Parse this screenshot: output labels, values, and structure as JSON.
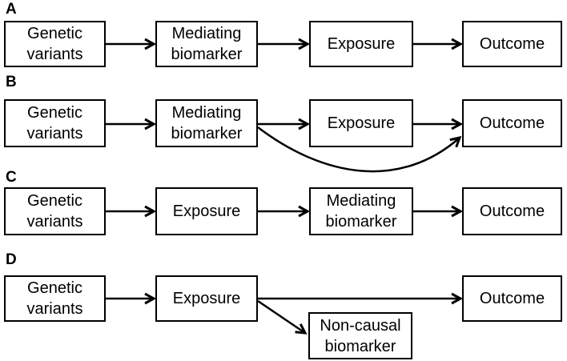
{
  "colors": {
    "background": "#ffffff",
    "line": "#000000",
    "text": "#000000"
  },
  "panels": [
    {
      "label": "A",
      "nodes": [
        "Genetic variants",
        "Mediating biomarker",
        "Exposure",
        "Outcome"
      ],
      "edges": [
        {
          "from": "Genetic variants",
          "to": "Mediating biomarker",
          "style": "straight"
        },
        {
          "from": "Mediating biomarker",
          "to": "Exposure",
          "style": "straight"
        },
        {
          "from": "Exposure",
          "to": "Outcome",
          "style": "straight"
        }
      ]
    },
    {
      "label": "B",
      "nodes": [
        "Genetic variants",
        "Mediating biomarker",
        "Exposure",
        "Outcome"
      ],
      "edges": [
        {
          "from": "Genetic variants",
          "to": "Mediating biomarker",
          "style": "straight"
        },
        {
          "from": "Mediating biomarker",
          "to": "Exposure",
          "style": "straight"
        },
        {
          "from": "Exposure",
          "to": "Outcome",
          "style": "straight"
        },
        {
          "from": "Mediating biomarker",
          "to": "Outcome",
          "style": "curved-below"
        }
      ]
    },
    {
      "label": "C",
      "nodes": [
        "Genetic variants",
        "Exposure",
        "Mediating biomarker",
        "Outcome"
      ],
      "edges": [
        {
          "from": "Genetic variants",
          "to": "Exposure",
          "style": "straight"
        },
        {
          "from": "Exposure",
          "to": "Mediating biomarker",
          "style": "straight"
        },
        {
          "from": "Mediating biomarker",
          "to": "Outcome",
          "style": "straight"
        }
      ]
    },
    {
      "label": "D",
      "nodes": [
        "Genetic variants",
        "Exposure",
        "Outcome",
        "Non-causal biomarker"
      ],
      "edges": [
        {
          "from": "Genetic variants",
          "to": "Exposure",
          "style": "straight"
        },
        {
          "from": "Exposure",
          "to": "Outcome",
          "style": "straight-long"
        },
        {
          "from": "Exposure",
          "to": "Non-causal biomarker",
          "style": "diagonal"
        }
      ]
    }
  ]
}
